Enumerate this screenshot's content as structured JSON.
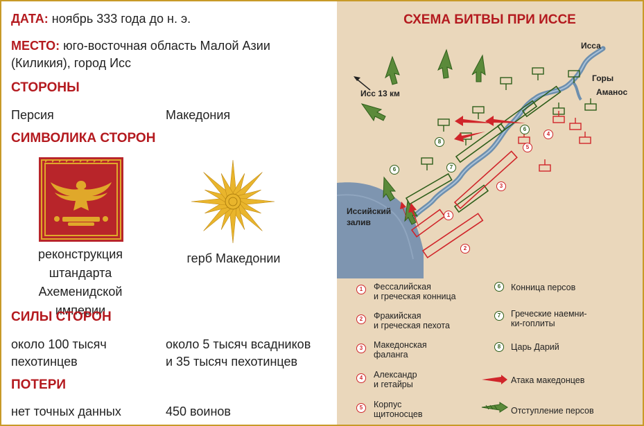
{
  "date": {
    "label": "ДАТА:",
    "value": "ноябрь 333 года до н. э."
  },
  "place": {
    "label": "МЕСТО:",
    "value_line1": "юго-восточная область Малой Азии",
    "value_line2": "(Киликия), город Исс"
  },
  "sides": {
    "heading": "СТОРОНЫ",
    "persia": "Персия",
    "macedonia": "Македония"
  },
  "symbols": {
    "heading": "СИМВОЛИКА СТОРОН",
    "persia_caption": [
      "реконструкция",
      "штандарта Ахеменидской",
      "империи"
    ],
    "macedonia_caption": "герб Македонии"
  },
  "forces": {
    "heading": "СИЛЫ СТОРОН",
    "persia": [
      "около 100 тысяч",
      "пехотинцев"
    ],
    "macedonia": [
      "около 5 тысяч всадников",
      "и 35 тысяч пехотинцев"
    ]
  },
  "losses": {
    "heading": "ПОТЕРИ",
    "persia": "нет точных данных",
    "macedonia": "450 воинов"
  },
  "map": {
    "title": "СХЕМА БИТВЫ ПРИ ИССЕ",
    "issa": "Исса",
    "mountains": [
      "Горы",
      "Аманос"
    ],
    "issa_distance": "Исс 13 км",
    "gulf": [
      "Иссийский",
      "залив"
    ],
    "colors": {
      "macedonian": "#d0252a",
      "persian": "#2e5e1a",
      "river": "#6d8fae",
      "sea": "#7e95b0"
    }
  },
  "legend": [
    {
      "num": "1",
      "side": "macedonian",
      "text": [
        "Фессалийская",
        "и греческая конница"
      ]
    },
    {
      "num": "2",
      "side": "macedonian",
      "text": [
        "Фракийская",
        "и греческая пехота"
      ]
    },
    {
      "num": "3",
      "side": "macedonian",
      "text": [
        "Македонская",
        "фаланга"
      ]
    },
    {
      "num": "4",
      "side": "macedonian",
      "text": [
        "Александр",
        "и гетайры"
      ]
    },
    {
      "num": "5",
      "side": "macedonian",
      "text": [
        "Корпус",
        "щитоносцев"
      ]
    },
    {
      "num": "6",
      "side": "persian",
      "text": [
        "Конница персов"
      ]
    },
    {
      "num": "7",
      "side": "persian",
      "text": [
        "Греческие наемни-",
        "ки-гоплиты"
      ]
    },
    {
      "num": "8",
      "side": "persian",
      "text": [
        "Царь Дарий"
      ]
    },
    {
      "arrow": "attack",
      "text": [
        "Атака македонцев"
      ]
    },
    {
      "arrow": "retreat",
      "text": [
        "Отступление персов"
      ]
    }
  ]
}
